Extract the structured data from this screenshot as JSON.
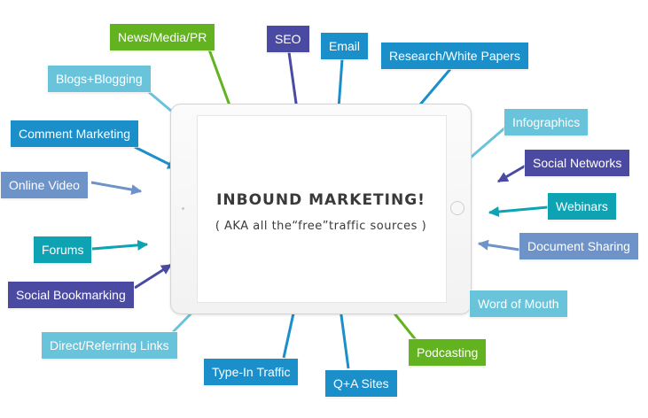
{
  "center": {
    "title": "INBOUND MARKETING!",
    "subtitle": "( AKA all the“free”traffic sources )"
  },
  "sources": [
    {
      "id": "news-media-pr",
      "label": "News/Media/PR",
      "color": "#62b31f"
    },
    {
      "id": "seo",
      "label": "SEO",
      "color": "#4b4aa3"
    },
    {
      "id": "email",
      "label": "Email",
      "color": "#1a8fc9"
    },
    {
      "id": "research-white-papers",
      "label": "Research/White Papers",
      "color": "#1a8fc9"
    },
    {
      "id": "blogs-blogging",
      "label": "Blogs+Blogging",
      "color": "#69c4db"
    },
    {
      "id": "infographics",
      "label": "Infographics",
      "color": "#69c4db"
    },
    {
      "id": "comment-marketing",
      "label": "Comment Marketing",
      "color": "#1a8fc9"
    },
    {
      "id": "social-networks",
      "label": "Social Networks",
      "color": "#4b4aa3"
    },
    {
      "id": "online-video",
      "label": "Online Video",
      "color": "#6d93c9"
    },
    {
      "id": "webinars",
      "label": "Webinars",
      "color": "#0ea3b3"
    },
    {
      "id": "forums",
      "label": "Forums",
      "color": "#0ea3b3"
    },
    {
      "id": "document-sharing",
      "label": "Document Sharing",
      "color": "#6d93c9"
    },
    {
      "id": "social-bookmarking",
      "label": "Social Bookmarking",
      "color": "#4b4aa3"
    },
    {
      "id": "word-of-mouth",
      "label": "Word of Mouth",
      "color": "#69c4db"
    },
    {
      "id": "direct-referring-links",
      "label": "Direct/Referring Links",
      "color": "#69c4db"
    },
    {
      "id": "podcasting",
      "label": "Podcasting",
      "color": "#62b31f"
    },
    {
      "id": "type-in-traffic",
      "label": "Type-In Traffic",
      "color": "#1a8fc9"
    },
    {
      "id": "qa-sites",
      "label": "Q+A Sites",
      "color": "#1a8fc9"
    }
  ]
}
